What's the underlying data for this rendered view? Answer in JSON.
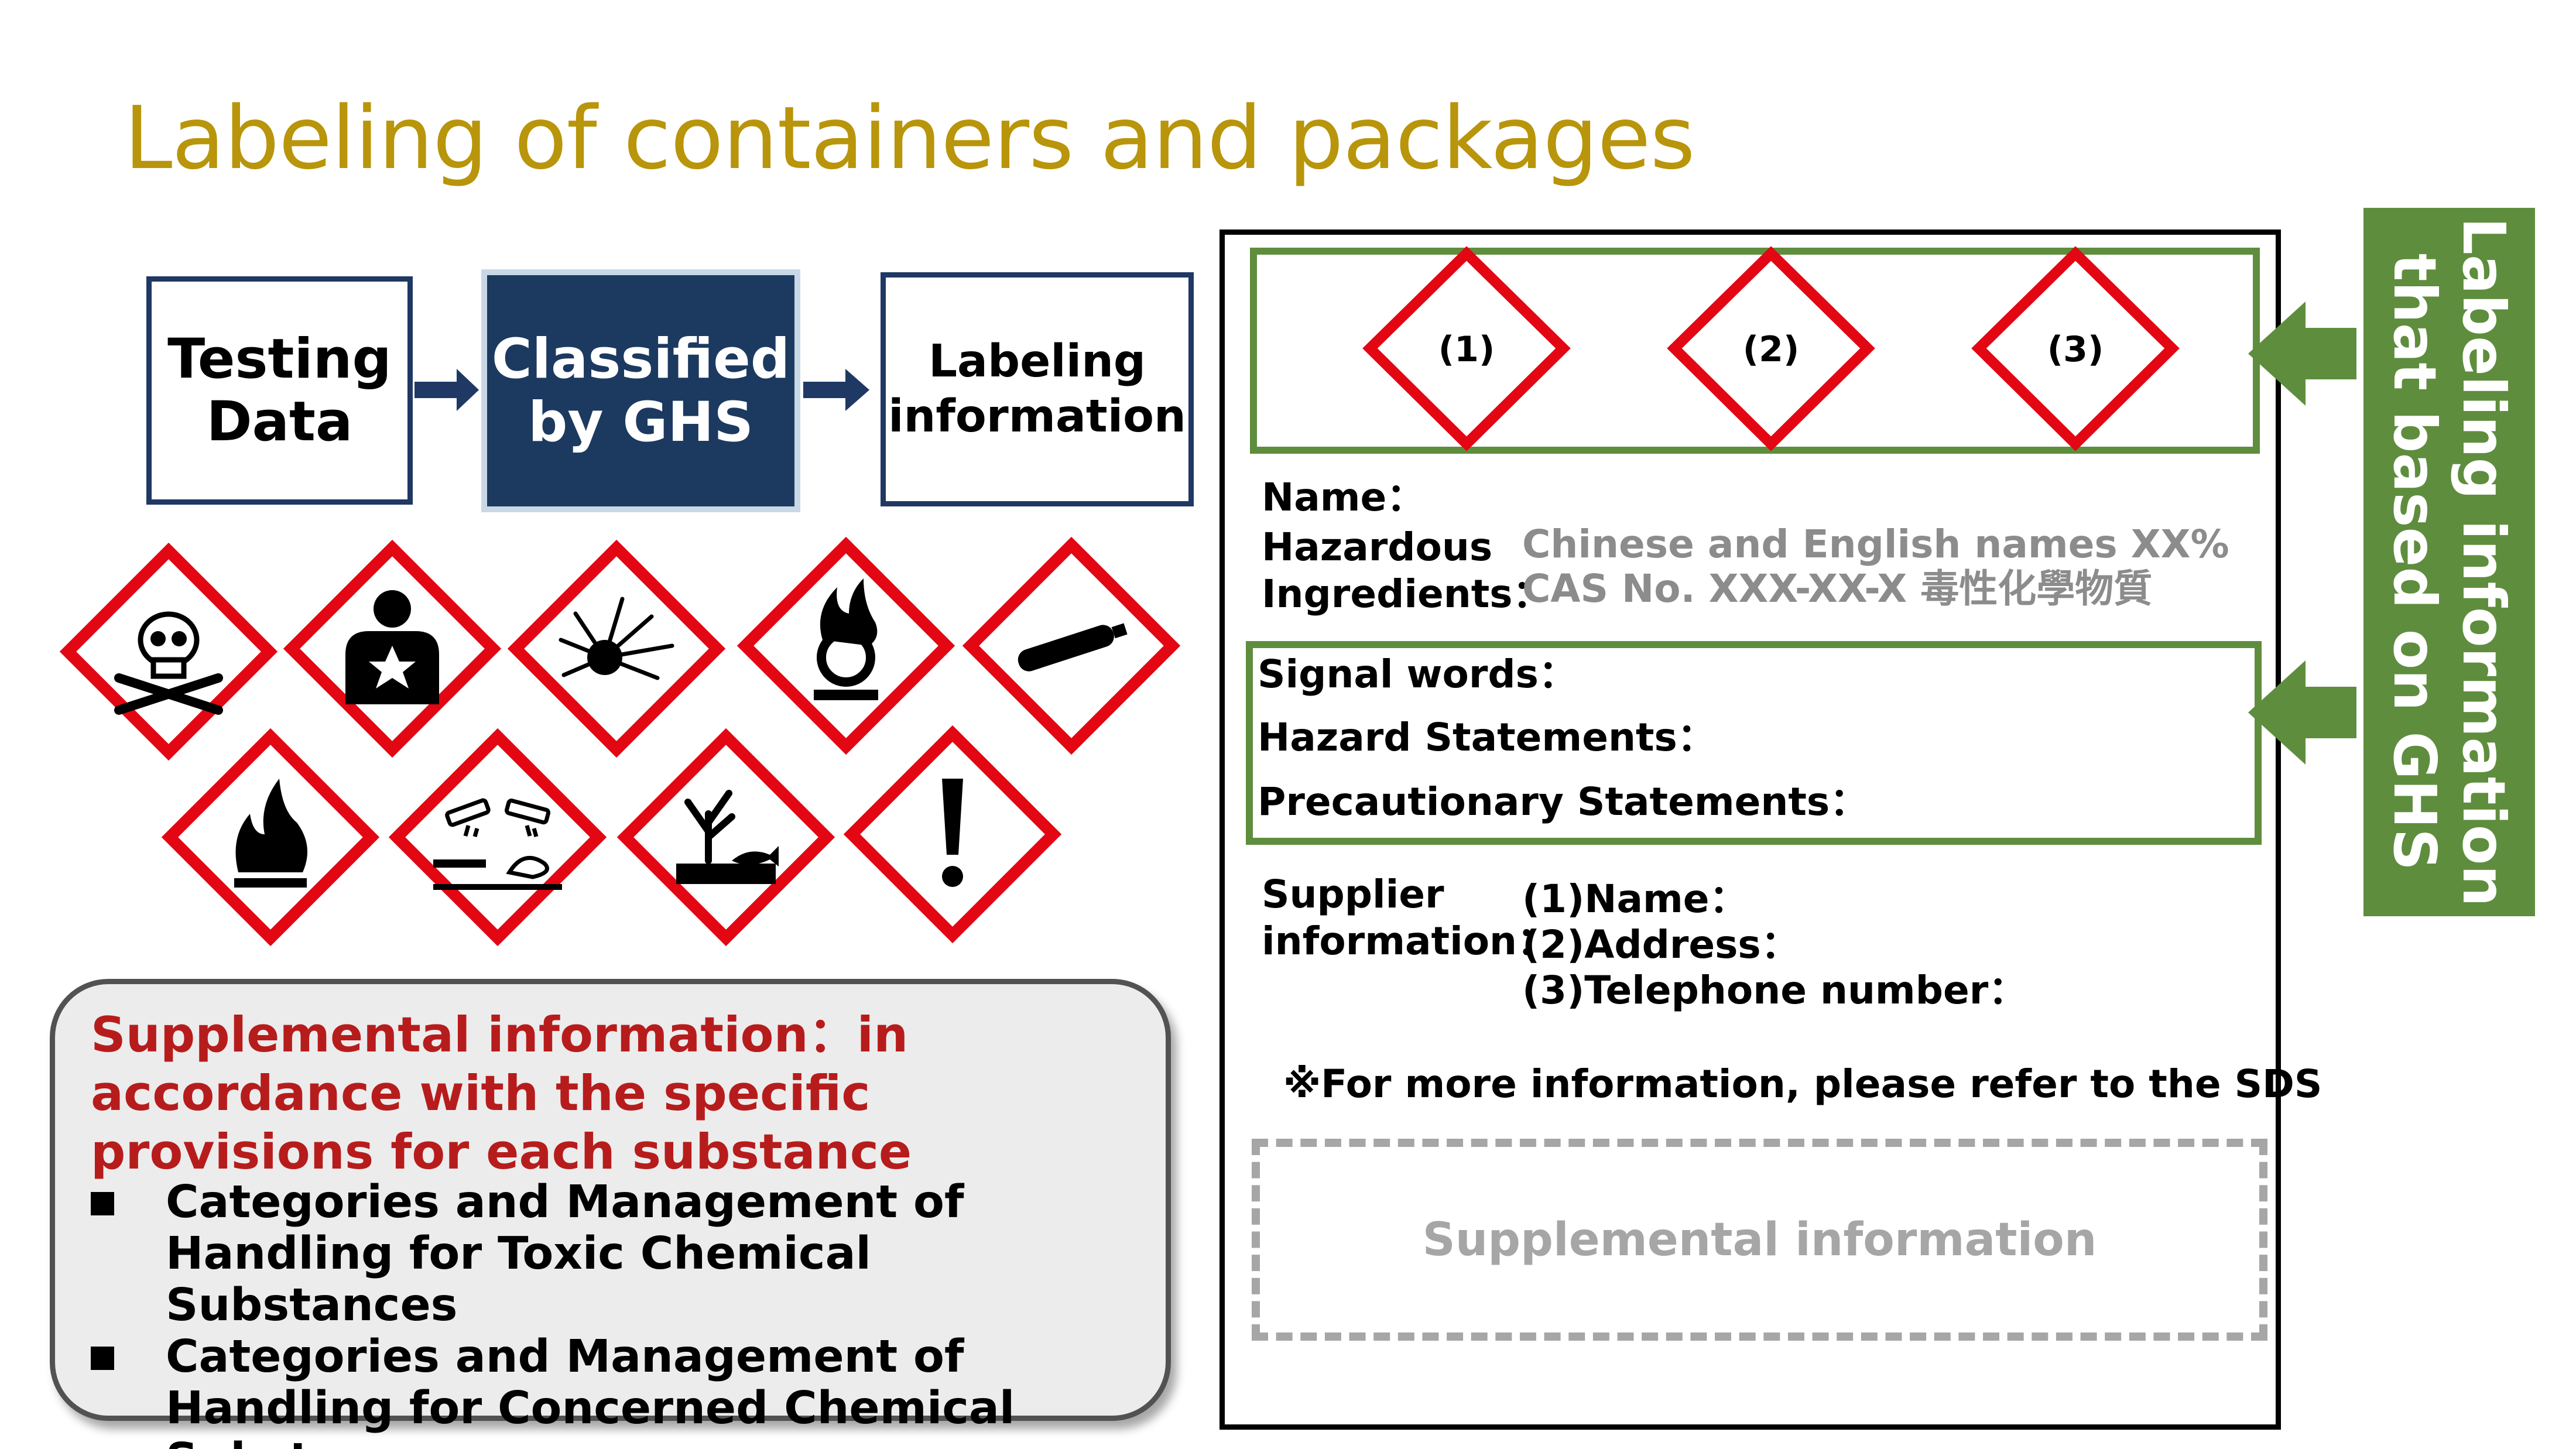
{
  "title": "Labeling of containers and packages",
  "flow": {
    "step1": "Testing\nData",
    "step2": "Classified\nby GHS",
    "step3": "Labeling\ninformation"
  },
  "pictograms": [
    {
      "icon": "skull-and-crossbones-icon"
    },
    {
      "icon": "health-hazard-icon"
    },
    {
      "icon": "exploding-bomb-icon"
    },
    {
      "icon": "flame-over-circle-icon"
    },
    {
      "icon": "gas-cylinder-icon"
    },
    {
      "icon": "flame-icon"
    },
    {
      "icon": "corrosion-icon"
    },
    {
      "icon": "environment-icon"
    },
    {
      "icon": "exclamation-mark-icon"
    }
  ],
  "supplemental": {
    "heading": "Supplemental information：in accordance with the specific provisions for each substance",
    "items": [
      "Categories and Management of Handling for Toxic Chemical Substances",
      "Categories and Management of Handling for Concerned Chemical Substances"
    ]
  },
  "label": {
    "diamonds": [
      "(1)",
      "(2)",
      "(3)"
    ],
    "name_label": "Name：",
    "hazardous_label": "Hazardous\nIngredients：",
    "ingredients_line1": "Chinese and English names XX%",
    "ingredients_line2": "CAS No. XXX-XX-X 毒性化學物質",
    "signal_words": "Signal words：",
    "hazard_statements": "Hazard Statements：",
    "precautionary_statements": "Precautionary Statements：",
    "supplier_label": "Supplier\ninformation：",
    "supplier_name": "(1)Name：",
    "supplier_address": "(2)Address：",
    "supplier_phone": "(3)Telephone number：",
    "sds_note": "※For more information, please refer to the SDS",
    "supplemental_placeholder": "Supplemental information"
  },
  "side_banner": "Labeling information\nthat based on GHS",
  "colors": {
    "title": "#b8950a",
    "navy": "#1f3864",
    "ghs_red": "#e30613",
    "green": "#5f8d3e",
    "supplemental_red": "#b71c1c"
  }
}
